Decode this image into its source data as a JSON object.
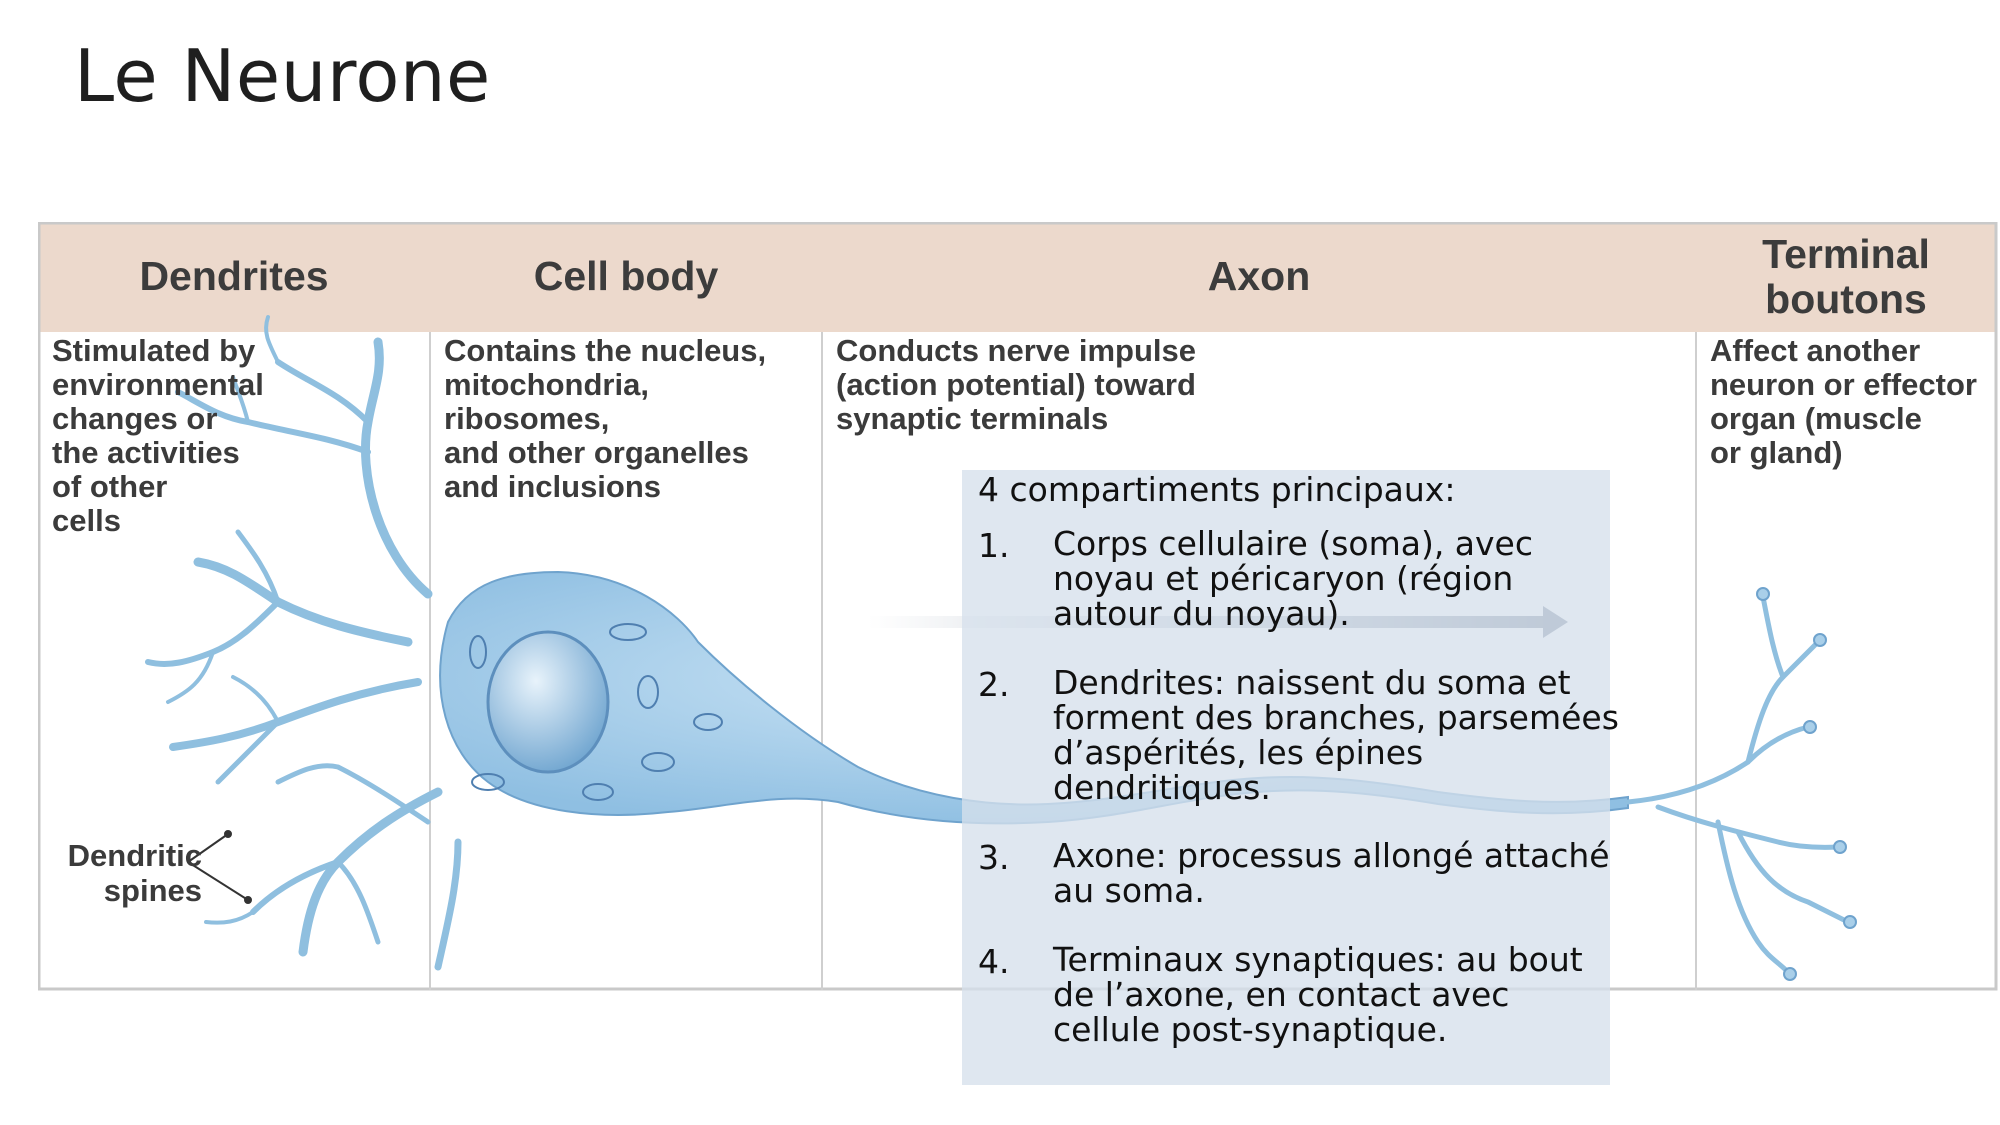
{
  "slide": {
    "title": "Le Neurone"
  },
  "figure": {
    "columns": [
      {
        "id": "dendrites",
        "header": "Dendrites",
        "description": "Stimulated by\nenvironmental\nchanges or\nthe activities\nof other\ncells"
      },
      {
        "id": "cell-body",
        "header": "Cell body",
        "description": "Contains the nucleus,\nmitochondria, ribosomes,\nand other organelles\nand inclusions"
      },
      {
        "id": "axon",
        "header": "Axon",
        "description": "Conducts nerve impulse\n(action potential) toward\nsynaptic terminals"
      },
      {
        "id": "terminal",
        "header": "Terminal\nboutons",
        "description": "Affect another\nneuron or effector\norgan (muscle\nor gland)"
      }
    ],
    "spines_label": "Dendritic\nspines",
    "colors": {
      "header_band": "#ecd9cc",
      "neuron": "#a9cfe9",
      "neuron_outline": "#5e94c0",
      "info_box": "#d6e0ec"
    }
  },
  "info": {
    "lead": "4 compartiments principaux:",
    "items": [
      {
        "number": "1.",
        "text": "Corps cellulaire (soma), avec noyau et péricaryon (région autour du noyau)."
      },
      {
        "number": "2.",
        "text": "Dendrites: naissent du soma et forment des branches, parsemées d’aspérités, les épines dendritiques."
      },
      {
        "number": "3.",
        "text": "Axone: processus allongé attaché au soma."
      },
      {
        "number": "4.",
        "text": "Terminaux synaptiques: au bout de l’axone, en contact avec cellule post-synaptique."
      }
    ]
  }
}
